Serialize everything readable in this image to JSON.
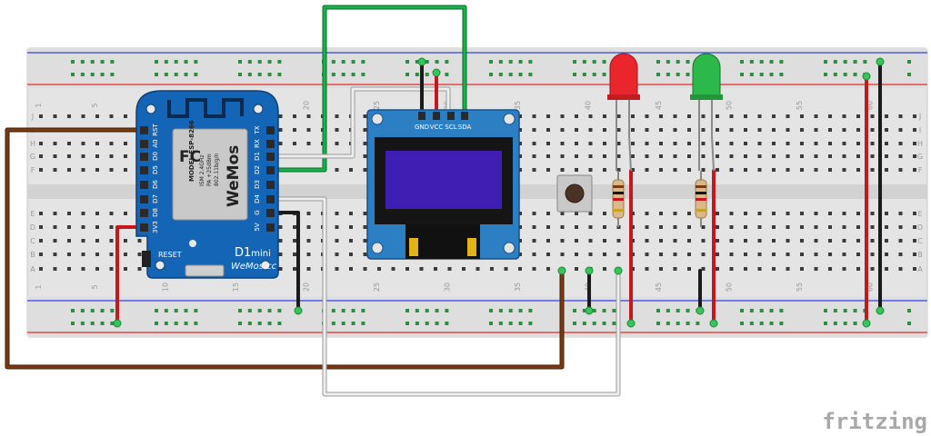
{
  "breadboard": {
    "column_numbers": [
      "1",
      "5",
      "10",
      "15",
      "20",
      "25",
      "30",
      "35",
      "40",
      "45",
      "50",
      "55",
      "60"
    ],
    "row_letters_top": [
      "J",
      "I",
      "H",
      "G",
      "F"
    ],
    "row_letters_bottom": [
      "E",
      "D",
      "C",
      "B",
      "A"
    ]
  },
  "wemos": {
    "brand_logo": "WeMos",
    "model_text": "MODEL ESP-8266",
    "chip_lines": [
      "ISM 2.4GHz",
      "PA +25dBm",
      "802.11b/g/n"
    ],
    "board_name": "D1",
    "board_name_suffix": "mini",
    "website": "WeMos.cc",
    "reset_label": "RESET",
    "fcc_mark": "FC",
    "left_pins": [
      "RST",
      "A0",
      "D0",
      "D5",
      "D6",
      "D7",
      "D8",
      "3V3"
    ],
    "right_pins": [
      "TX",
      "RX",
      "D1",
      "D2",
      "D3",
      "D4",
      "G",
      "5V"
    ]
  },
  "oled": {
    "pin_labels": [
      "GND",
      "VCC",
      "SCL",
      "SDA"
    ],
    "display_color": "#3f1eb4"
  },
  "components": {
    "led_colors": [
      "#e8262b",
      "#2db84a"
    ],
    "wire_colors": {
      "red": "#c8161d",
      "black": "#1b1b1b",
      "green": "#18b14a",
      "brown": "#7a3a12",
      "white": "#e9e9e9"
    }
  },
  "watermark": "fritzing"
}
